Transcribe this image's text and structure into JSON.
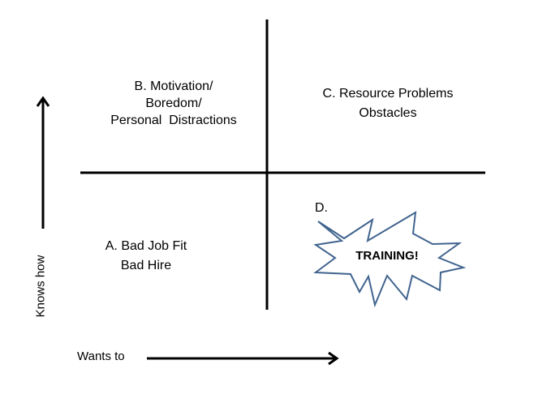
{
  "diagram": {
    "type": "2x2 matrix",
    "axes": {
      "y_label": "Knows how",
      "x_label": "Wants to"
    },
    "quadrants": {
      "top_left": {
        "id": "B",
        "lines": [
          "B. Motivation/",
          "Boredom/",
          "Personal  Distractions"
        ]
      },
      "top_right": {
        "id": "C",
        "lines": [
          "C. Resource Problems",
          "Obstacles"
        ]
      },
      "bottom_left": {
        "id": "A",
        "lines": [
          "A. Bad Job Fit",
          "Bad Hire"
        ]
      },
      "bottom_right": {
        "id": "D",
        "label": "D.",
        "callout_text": "TRAINING!",
        "callout_shape": "starburst"
      }
    },
    "colors": {
      "lines": "#000000",
      "starburst_stroke": "#41648F",
      "starburst_fill": "#ffffff",
      "text": "#000000",
      "background": "#ffffff"
    }
  }
}
